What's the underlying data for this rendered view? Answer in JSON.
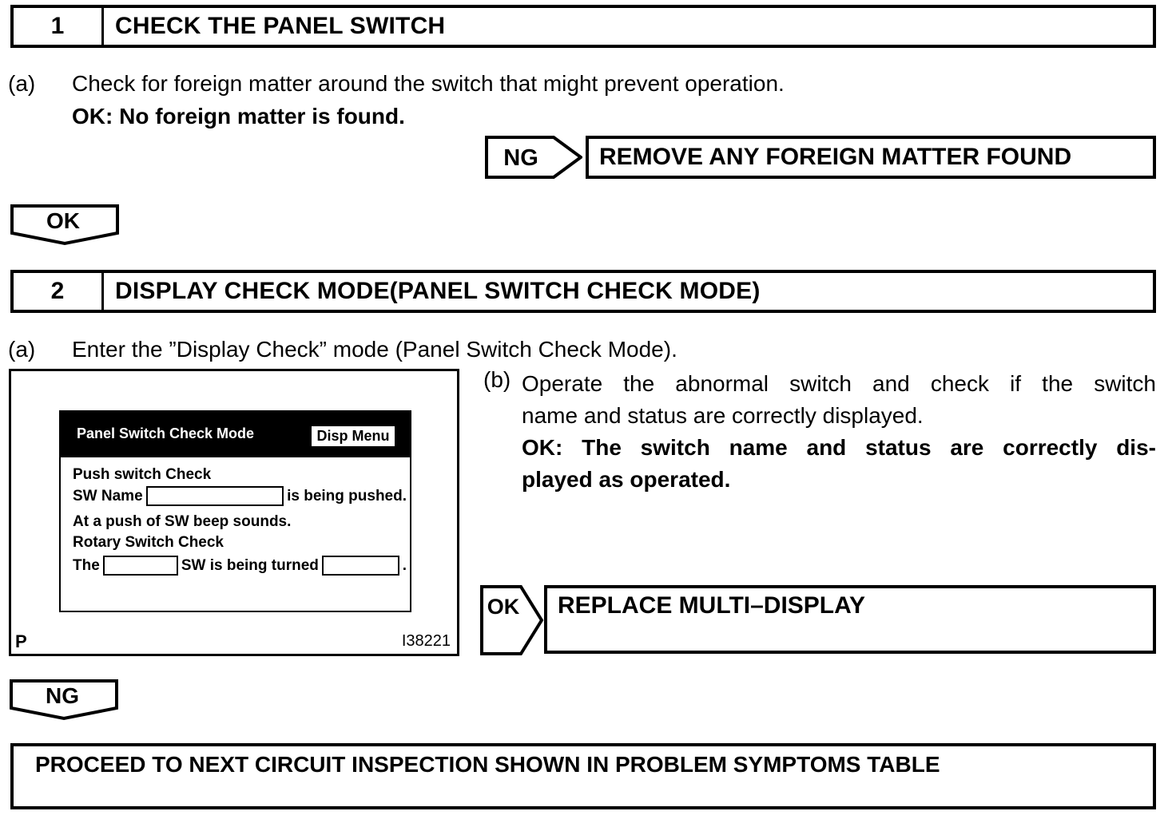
{
  "colors": {
    "ink": "#000000",
    "paper": "#ffffff"
  },
  "step1": {
    "number": "1",
    "title": "CHECK THE PANEL SWITCH",
    "item_a_label": "(a)",
    "item_a_text": "Check for foreign matter around the switch that might prevent operation.",
    "ok_criteria": "OK: No foreign matter is found.",
    "ng_label": "NG",
    "ng_action": "REMOVE ANY FOREIGN MATTER FOUND",
    "ok_connector": "OK"
  },
  "step2": {
    "number": "2",
    "title": "DISPLAY CHECK MODE(PANEL SWITCH CHECK MODE)",
    "item_a_label": "(a)",
    "item_a_text": "Enter the ”Display Check” mode (Panel Switch Check Mode).",
    "item_b_label": "(b)",
    "item_b_line1": "Operate the abnormal switch and check if the switch",
    "item_b_line2": "name and status are correctly displayed.",
    "item_b_ok_line1": "OK: The switch name and status are correctly dis-",
    "item_b_ok_line2": "played as operated.",
    "ok_label": "OK",
    "ok_action": "REPLACE MULTI–DISPLAY",
    "ng_connector": "NG"
  },
  "figure": {
    "screen_title": "Panel Switch Check Mode",
    "menu_button": "Disp Menu",
    "push_check_heading": "Push switch Check",
    "sw_name_prefix": "SW Name",
    "sw_name_suffix": "is being pushed.",
    "beep_note": "At a push of SW beep sounds.",
    "rotary_heading": "Rotary Switch Check",
    "rotary_prefix": "The",
    "rotary_mid": "SW is being turned",
    "rotary_suffix": ".",
    "corner_label": "P",
    "figure_id": "I38221"
  },
  "footer": {
    "action": "PROCEED TO NEXT CIRCUIT INSPECTION SHOWN IN PROBLEM SYMPTOMS TABLE"
  }
}
